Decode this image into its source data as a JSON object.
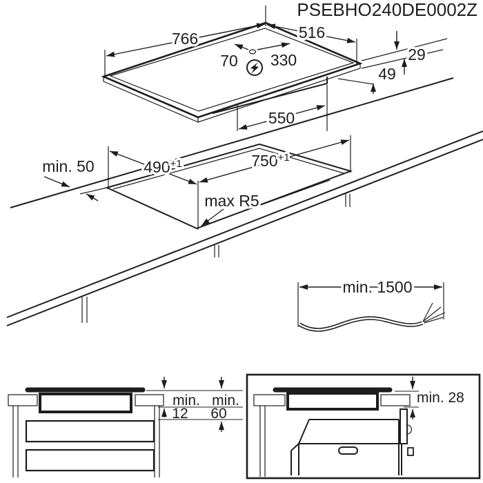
{
  "title": "PSEBHO240DE0002Z",
  "colors": {
    "line": "#1d1d1d",
    "background": "#ffffff"
  },
  "top_view": {
    "width_mm": "766",
    "depth_mm": "516",
    "power_cable_left_mm": "70",
    "power_cable_right_mm": "330",
    "top_height_mm": "29",
    "box_height_mm": "49",
    "box_width_mm": "550",
    "power_icon": "lightning-bolt-circle"
  },
  "cutout_view": {
    "wall_clearance": "min. 50",
    "cutout_depth": "490",
    "cutout_depth_tolerance": "+1",
    "cutout_width": "750",
    "cutout_width_tolerance": "+1",
    "corner_radius": "max R5"
  },
  "cable_view": {
    "cable_length": "min. 1500"
  },
  "drawer_view": {
    "min_word_1": "min.",
    "clearance_1": "12",
    "min_word_2": "min.",
    "clearance_2": "60"
  },
  "oven_view": {
    "clearance": "min. 28"
  }
}
